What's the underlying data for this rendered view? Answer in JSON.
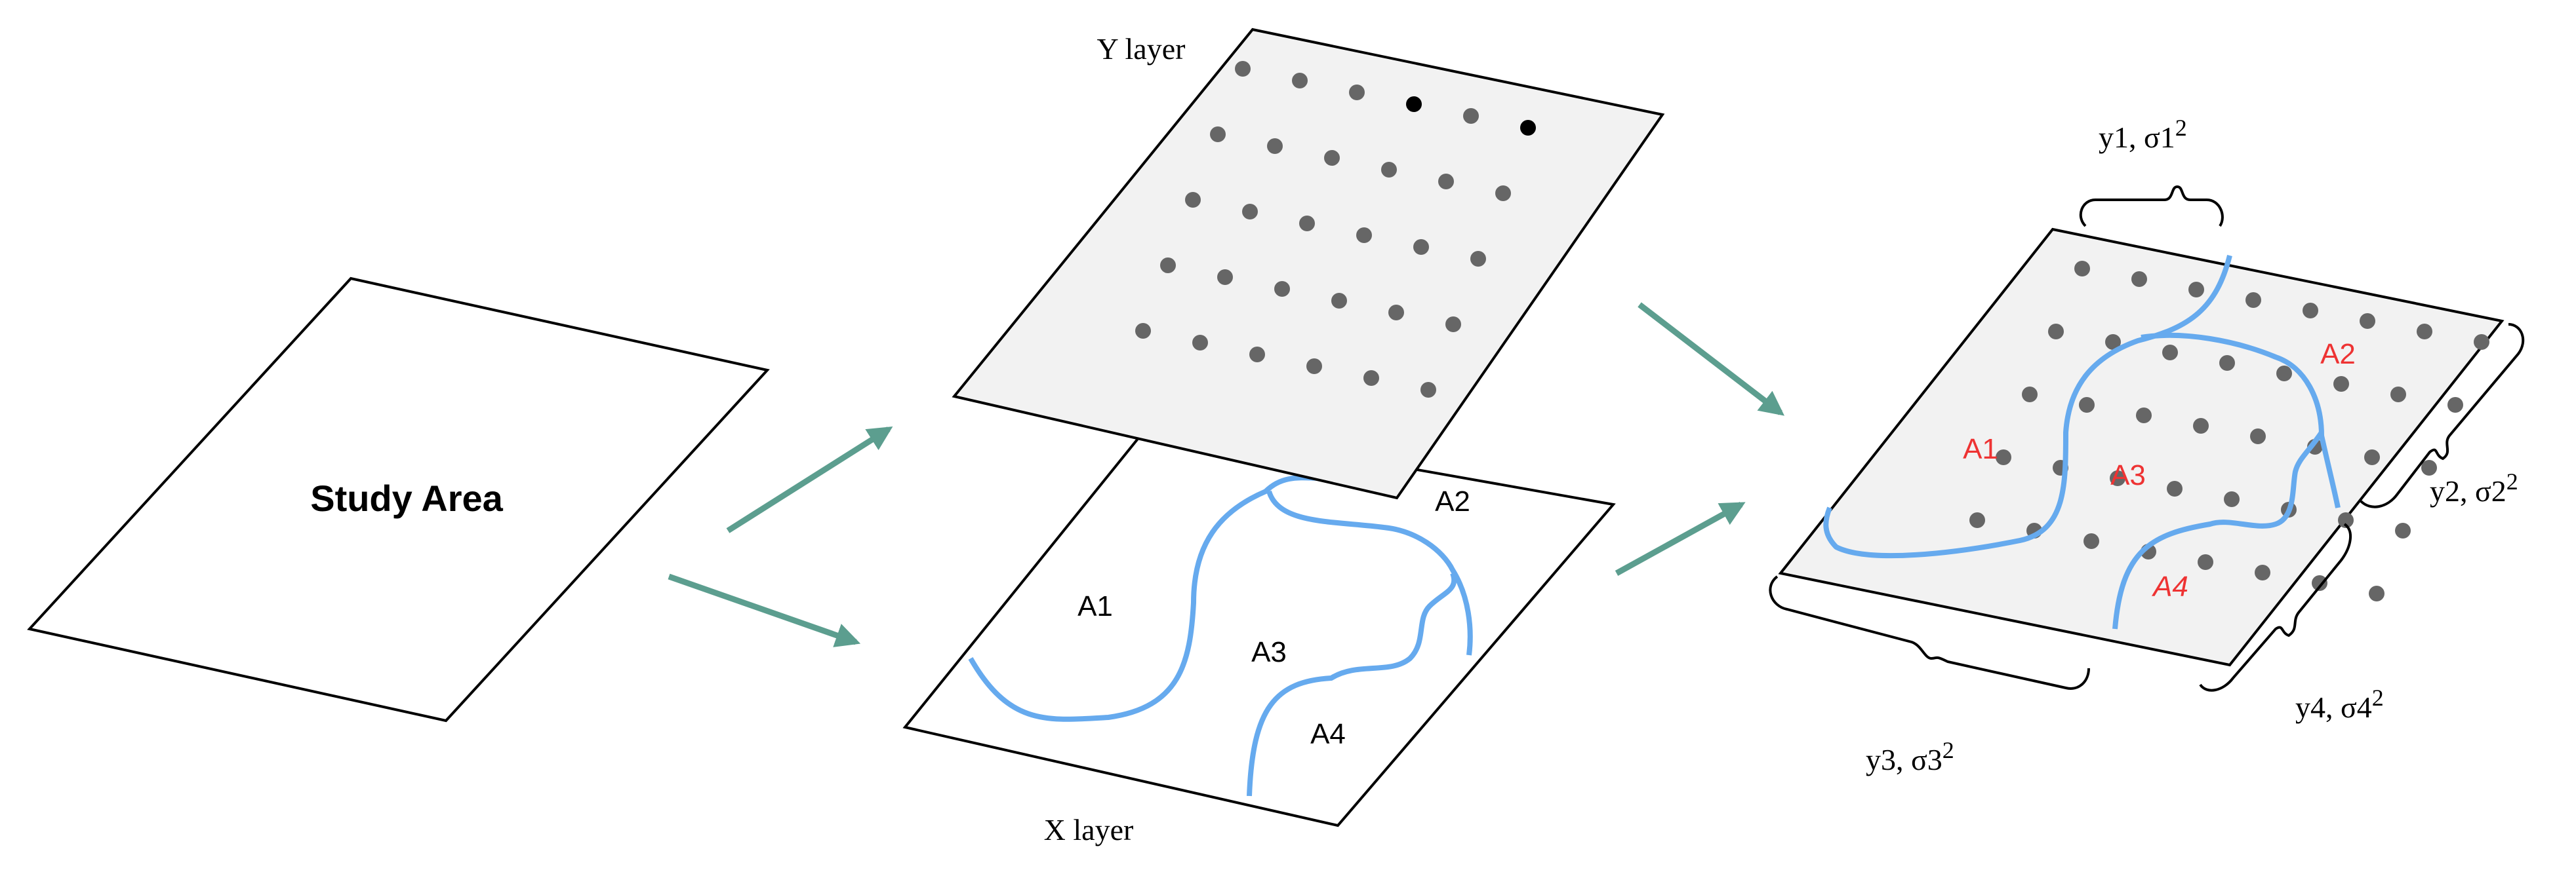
{
  "study_area": {
    "label": "Study Area"
  },
  "y_layer": {
    "label": "Y layer"
  },
  "x_layer": {
    "label": "X layer",
    "zones": [
      "A1",
      "A2",
      "A3",
      "A4"
    ]
  },
  "combined": {
    "zones": [
      "A1",
      "A2",
      "A3",
      "A4"
    ],
    "stats": [
      {
        "y": "y1",
        "sep": ", ",
        "sigma": "σ1",
        "exp": "2"
      },
      {
        "y": "y2",
        "sep": ", ",
        "sigma": "σ2",
        "exp": "2"
      },
      {
        "y": "y3",
        "sep": ", ",
        "sigma": "σ3",
        "exp": "2"
      },
      {
        "y": "y4",
        "sep": ", ",
        "sigma": "σ4",
        "exp": "2"
      }
    ]
  },
  "colors": {
    "arrow": "#5c9e8f",
    "boundary": "#66aaee",
    "point": "#666666",
    "highlight_point": "#000000",
    "zone_label_combined": "#ee3333",
    "layer_fill": "#f2f2f2",
    "outline": "#000000"
  }
}
